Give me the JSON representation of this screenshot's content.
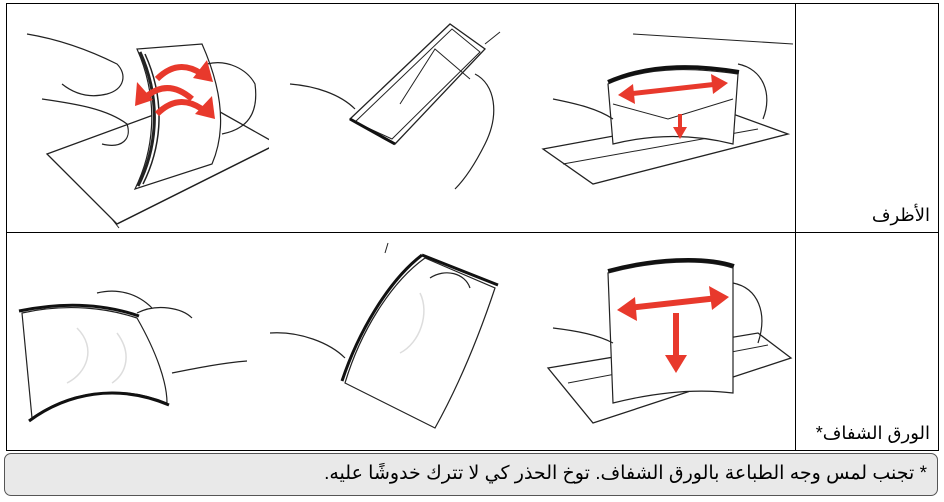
{
  "rows": [
    {
      "label": "الأظرف",
      "illustrations": [
        "flex-envelopes-illustration",
        "fan-envelopes-illustration",
        "straighten-envelopes-illustration"
      ]
    },
    {
      "label": "الورق الشفاف*",
      "illustrations": [
        "flex-transparencies-illustration",
        "fan-transparencies-illustration",
        "straighten-transparencies-illustration"
      ]
    }
  ],
  "note": "* تجنب لمس وجه الطباعة بالورق الشفاف. توخ الحذر كي لا تترك خدوشًا عليه.",
  "colors": {
    "arrow": "#e8392c",
    "note_background": "#e9e9e9",
    "border": "#000000"
  }
}
